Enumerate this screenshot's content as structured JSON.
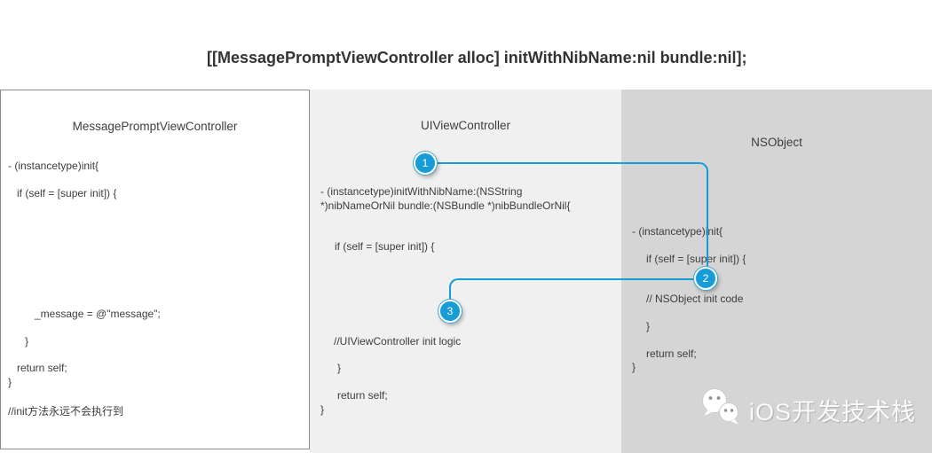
{
  "title": "[[MessagePromptViewController alloc] initWithNibName:nil bundle:nil];",
  "colors": {
    "accent_blue": "#189cd8",
    "panel_left_bg": "#ffffff",
    "panel_middle_bg": "#f0f0f0",
    "panel_right_bg": "#d5d5d5",
    "panel_border": "#8c8c8c",
    "text": "#3d3d3d"
  },
  "panels": {
    "message_prompt": {
      "title": "MessagePromptViewController",
      "lines": [
        "- (instancetype)init{",
        "if (self = [super init]) {",
        "_message = @\"message\";",
        "}",
        "return self;",
        "}",
        "//init方法永远不会执行到"
      ]
    },
    "uiviewcontroller": {
      "title": "UIViewController",
      "lines": [
        "- (instancetype)initWithNibName:(NSString",
        "*)nibNameOrNil bundle:(NSBundle *)nibBundleOrNil{",
        "if (self = [super init]) {",
        "//UIViewController init logic",
        "}",
        "return self;",
        "}"
      ]
    },
    "nsobject": {
      "title": "NSObject",
      "lines": [
        "- (instancetype)init{",
        "if (self = [super init]) {",
        "// NSObject init code",
        "}",
        "return self;",
        "}"
      ]
    }
  },
  "markers": {
    "step1": "1",
    "step2": "2",
    "step3": "3"
  },
  "watermark": {
    "icon": "wechat-icon",
    "text": "iOS开发技术栈"
  }
}
